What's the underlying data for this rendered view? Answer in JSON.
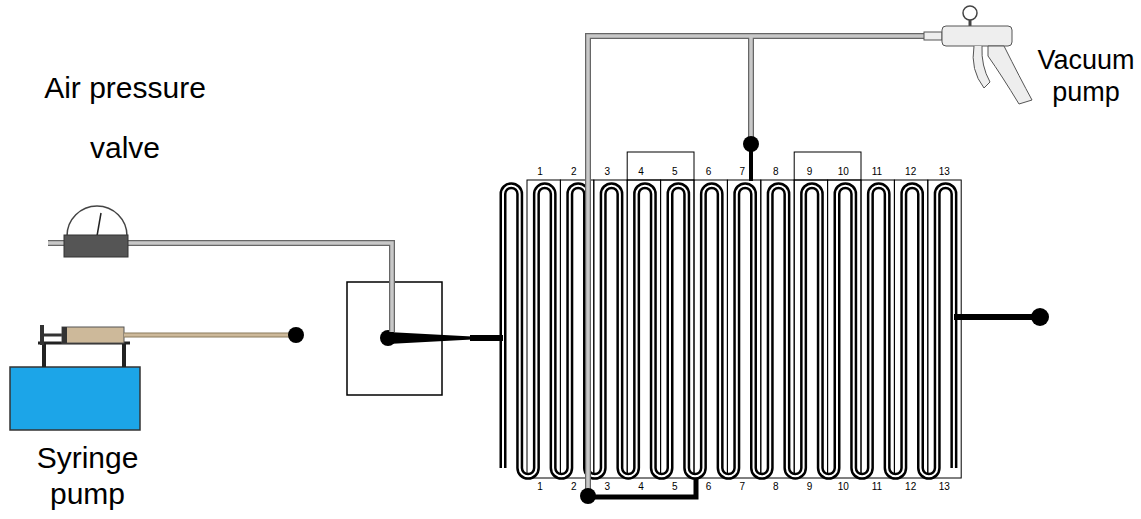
{
  "diagram": {
    "labels": [
      "Air pressure valve",
      "Syringe pump",
      "Vacuum pump",
      "1",
      "2",
      "3",
      "4",
      "5",
      "6",
      "7",
      "8",
      "9",
      "10",
      "11",
      "12",
      "13",
      "1",
      "2",
      "3",
      "4",
      "5",
      "6",
      "7",
      "8",
      "9",
      "10",
      "11",
      "12",
      "13"
    ]
  }
}
